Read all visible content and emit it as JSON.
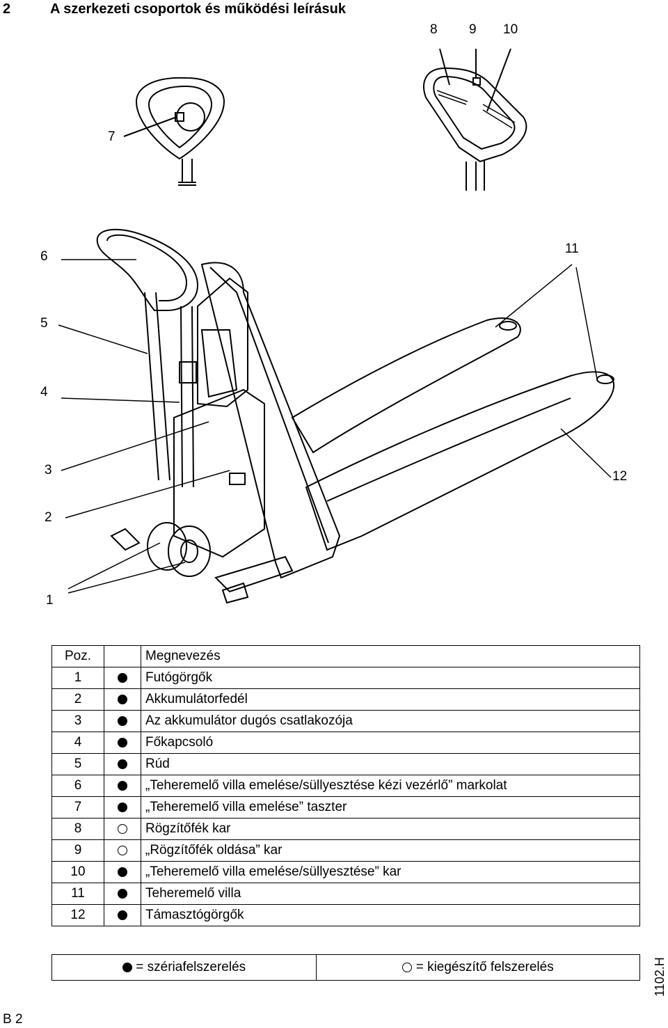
{
  "header": {
    "chapter_number": "2",
    "title": "A szerkezeti csoportok és működési leírásuk"
  },
  "callouts": {
    "top_right": [
      "8",
      "9",
      "10"
    ],
    "top_left": "7",
    "main": [
      "6",
      "5",
      "4",
      "3",
      "2",
      "1",
      "11",
      "12"
    ]
  },
  "table": {
    "header": {
      "pos": "Poz.",
      "name": "Megnevezés"
    },
    "rows": [
      {
        "pos": "1",
        "mark": "standard",
        "name": "Futógörgők"
      },
      {
        "pos": "2",
        "mark": "standard",
        "name": "Akkumulátorfedél"
      },
      {
        "pos": "3",
        "mark": "standard",
        "name": "Az akkumulátor dugós csatlakozója"
      },
      {
        "pos": "4",
        "mark": "standard",
        "name": "Főkapcsoló"
      },
      {
        "pos": "5",
        "mark": "standard",
        "name": "Rúd"
      },
      {
        "pos": "6",
        "mark": "standard",
        "name": "„Teheremelő villa emelése/süllyesztése kézi vezérlő” markolat"
      },
      {
        "pos": "7",
        "mark": "standard",
        "name": "„Teheremelő villa emelése” taszter"
      },
      {
        "pos": "8",
        "mark": "optional",
        "name": "Rögzítőfék kar"
      },
      {
        "pos": "9",
        "mark": "optional",
        "name": "„Rögzítőfék oldása” kar"
      },
      {
        "pos": "10",
        "mark": "standard",
        "name": "„Teheremelő villa emelése/süllyesztése” kar"
      },
      {
        "pos": "11",
        "mark": "standard",
        "name": "Teheremelő villa"
      },
      {
        "pos": "12",
        "mark": "standard",
        "name": "Támasztógörgők"
      }
    ]
  },
  "legend": {
    "standard": "= szériafelszerelés",
    "optional": "= kiegészítő felszerelés"
  },
  "side_code": "1102.H",
  "footer": "B 2"
}
